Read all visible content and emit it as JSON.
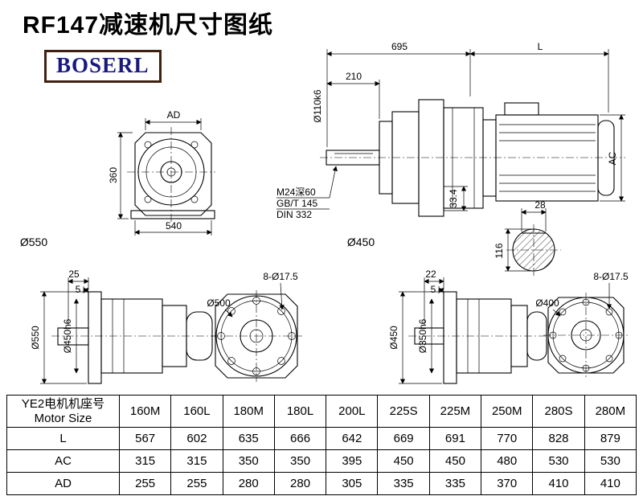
{
  "title": "RF147减速机尺寸图纸",
  "logo": {
    "text": "BOSERL"
  },
  "colors": {
    "logo_text": "#191980",
    "logo_border": "#40210f",
    "line": "#000000",
    "background": "#ffffff"
  },
  "drawing": {
    "front_view": {
      "dim_ad": "AD",
      "dim_360": "360",
      "dim_540": "540"
    },
    "label_d550": "Ø550",
    "label_d450": "Ø450",
    "side_view": {
      "dim_695": "695",
      "dim_l": "L",
      "dim_210": "210",
      "dim_shaft": "Ø110k6",
      "note_1": "M24深60",
      "note_2": "GB/T 145",
      "note_3": "DIN 332",
      "dim_33_4": "33.4",
      "dim_ac": "AC",
      "dim_28": "28",
      "dim_116": "116"
    },
    "flange_left": {
      "dim_25": "25",
      "dim_5": "5",
      "dim_d550": "Ø550",
      "dim_d450h6": "Ø450h6",
      "dim_bolts": "8-Ø17.5",
      "dim_d500": "Ø500"
    },
    "flange_right": {
      "dim_22": "22",
      "dim_5": "5",
      "dim_d450": "Ø450",
      "dim_d350h6": "Ø350h6",
      "dim_bolts": "8-Ø17.5",
      "dim_d400": "Ø400"
    }
  },
  "table": {
    "header": {
      "line1": "YE2电机机座号",
      "line2": "Motor Size"
    },
    "columns": [
      "160M",
      "160L",
      "180M",
      "180L",
      "200L",
      "225S",
      "225M",
      "250M",
      "280S",
      "280M"
    ],
    "rows": [
      {
        "label": "L",
        "values": [
          "567",
          "602",
          "635",
          "666",
          "642",
          "669",
          "691",
          "770",
          "828",
          "879"
        ]
      },
      {
        "label": "AC",
        "values": [
          "315",
          "315",
          "350",
          "350",
          "395",
          "450",
          "450",
          "480",
          "530",
          "530"
        ]
      },
      {
        "label": "AD",
        "values": [
          "255",
          "255",
          "280",
          "280",
          "305",
          "335",
          "335",
          "370",
          "410",
          "410"
        ]
      }
    ]
  }
}
